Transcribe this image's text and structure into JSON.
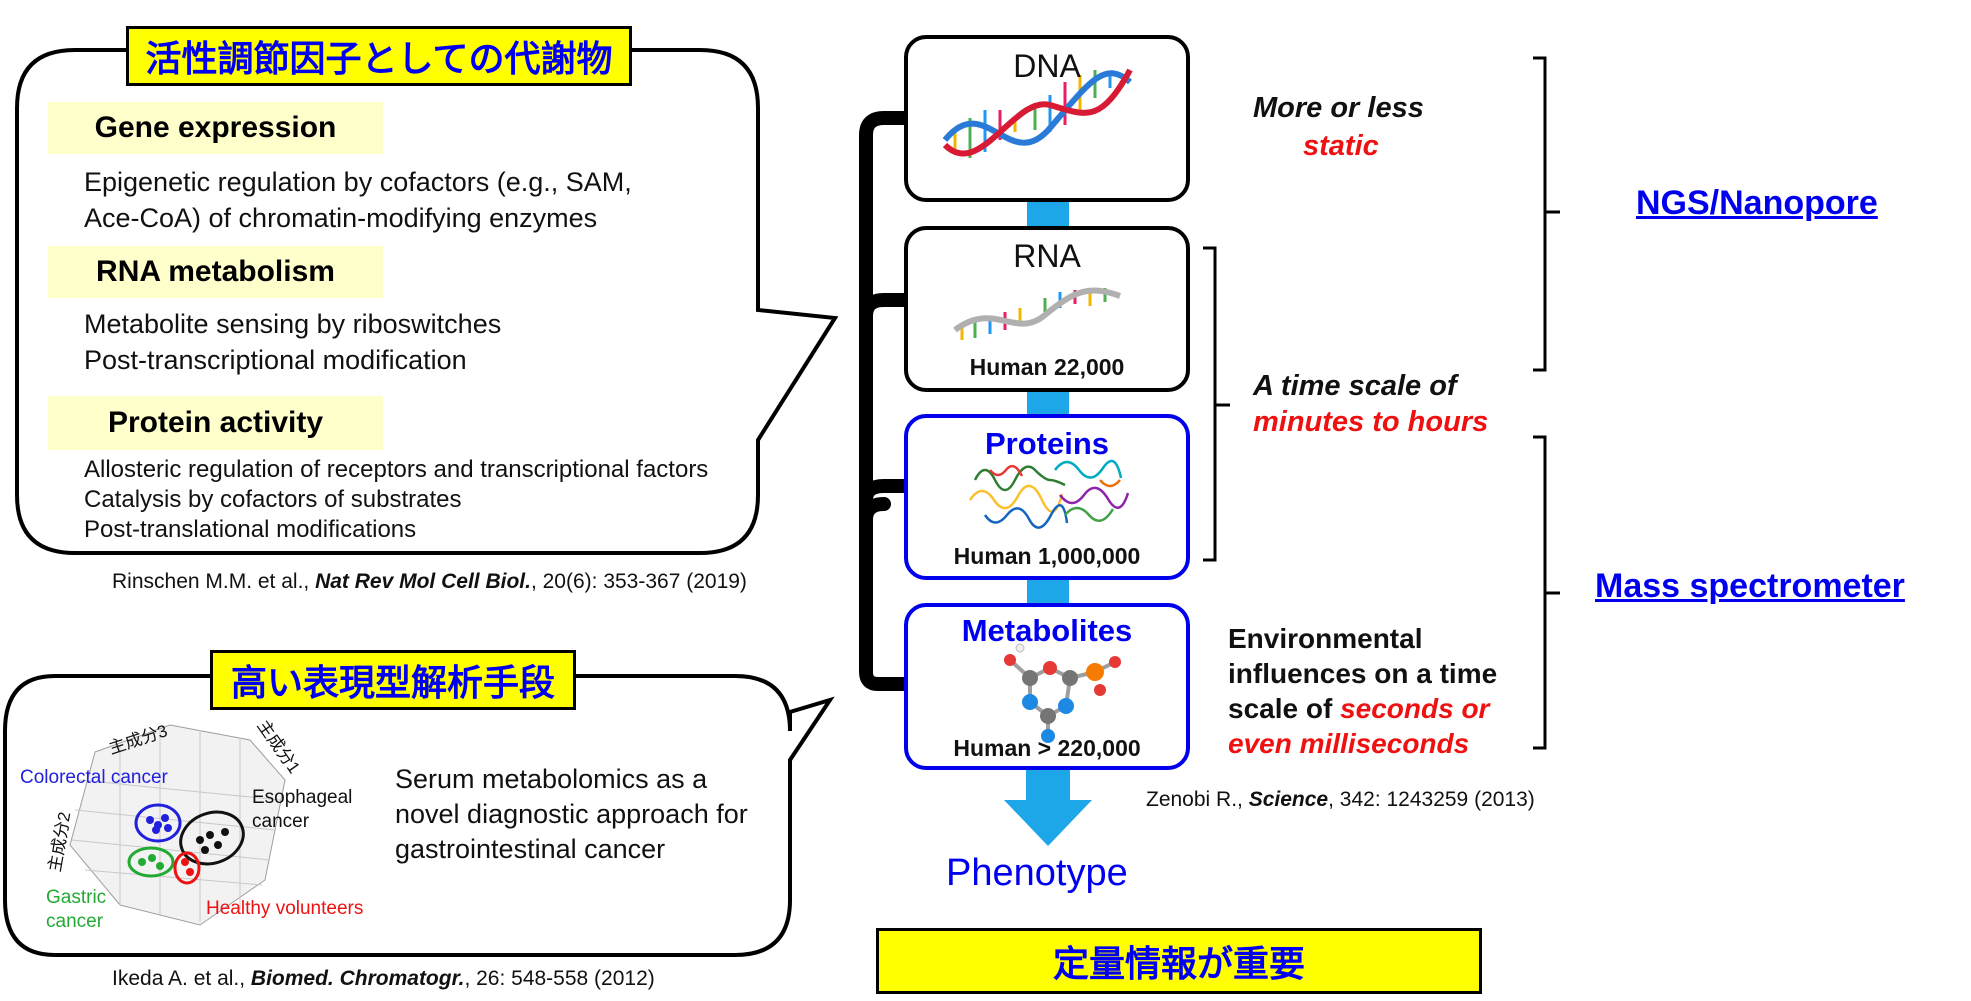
{
  "banners": {
    "top": "活性調節因子としての代謝物",
    "bottom": "高い表現型解析手段",
    "quant": "定量情報が重要"
  },
  "sections": [
    {
      "heading": "Gene expression",
      "lines": [
        "Epigenetic regulation by cofactors (e.g., SAM,",
        "Ace-CoA) of chromatin-modifying enzymes"
      ]
    },
    {
      "heading": "RNA metabolism",
      "lines": [
        "Metabolite sensing by riboswitches",
        "Post-transcriptional modification"
      ]
    },
    {
      "heading": "Protein activity",
      "lines": [
        "Allosteric regulation of receptors and transcriptional factors",
        "Catalysis by cofactors of substrates",
        "Post-translational modifications"
      ]
    }
  ],
  "refs": {
    "rinschen": {
      "pre": "Rinschen M.M. et al., ",
      "journal": "Nat Rev Mol Cell Biol.",
      "post": ", 20(6): 353-367 (2019)"
    },
    "ikeda": {
      "pre": "Ikeda A. et al., ",
      "journal": "Biomed. Chromatogr.",
      "post": ", 26: 548-558 (2012)"
    },
    "zenobi": {
      "pre": "Zenobi R., ",
      "journal": "Science",
      "post": ", 342: 1243259 (2013)"
    }
  },
  "pca": {
    "axis1": "主成分1",
    "axis2": "主成分2",
    "axis3": "主成分3",
    "colorectal": "Colorectal cancer",
    "esophageal": [
      "Esophageal",
      "cancer"
    ],
    "gastric": [
      "Gastric",
      "cancer"
    ],
    "healthy": "Healthy volunteers",
    "description": [
      "Serum metabolomics as a",
      "novel diagnostic approach for",
      "gastrointestinal cancer"
    ],
    "colors": {
      "colorectal": "#2020dd",
      "esophageal": "#111111",
      "gastric": "#22aa33",
      "healthy": "#ee1111"
    }
  },
  "flow": {
    "boxes": [
      {
        "title": "DNA",
        "count": ""
      },
      {
        "title": "RNA",
        "count": "Human  22,000"
      },
      {
        "title": "Proteins",
        "count": "Human  1,000,000"
      },
      {
        "title": "Metabolites",
        "count": "Human  > 220,000"
      }
    ],
    "phenotype": "Phenotype",
    "colors": {
      "arrow": "#1ea7e8",
      "proteinBox": "#0000ee"
    }
  },
  "notes": {
    "dna_a": "More or less",
    "dna_b": "static",
    "time_a": "A time scale of",
    "time_b": "minutes to hours",
    "env_1": "Environmental",
    "env_2": "influences on a time",
    "env_3a": "scale of ",
    "env_3b": "seconds or",
    "env_4": "even milliseconds"
  },
  "methods": {
    "ngs": "NGS/Nanopore",
    "ms": "Mass spectrometer"
  }
}
